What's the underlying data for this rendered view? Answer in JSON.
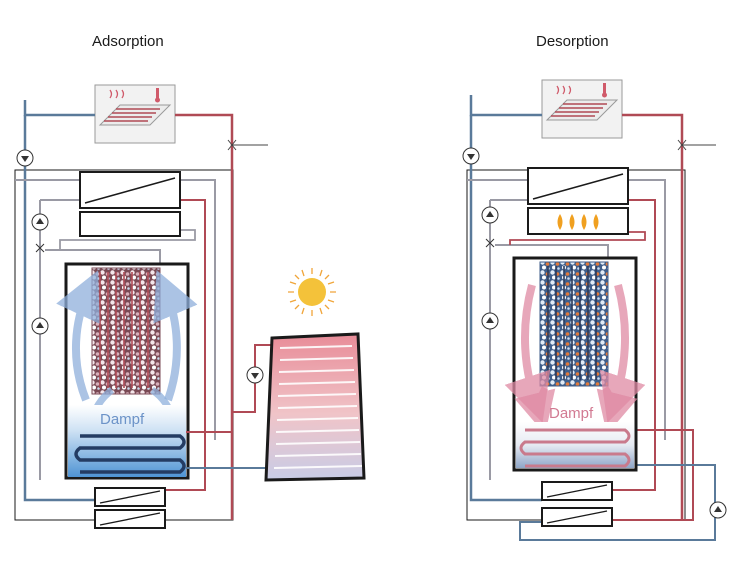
{
  "panels": {
    "adsorption": {
      "title": "Adsorption",
      "vapor_label": "Dampf"
    },
    "desorption": {
      "title": "Desorption",
      "vapor_label": "Dampf"
    }
  },
  "colors": {
    "cold_pipe": "#5a7a9a",
    "hot_pipe": "#b04a55",
    "grey_pipe": "#9a9aa4",
    "vapor_adsorption": "#8fb0dc",
    "vapor_desorption": "#e08aa4",
    "water": "#6aa0d6",
    "sun": "#f4c23a",
    "flame": "#f0a020"
  },
  "icons": [
    "pump-icon",
    "valve-icon",
    "radiator-icon",
    "thermometer-icon",
    "sun-icon",
    "flame-icon",
    "heat-exchanger-icon",
    "solar-collector-icon"
  ]
}
